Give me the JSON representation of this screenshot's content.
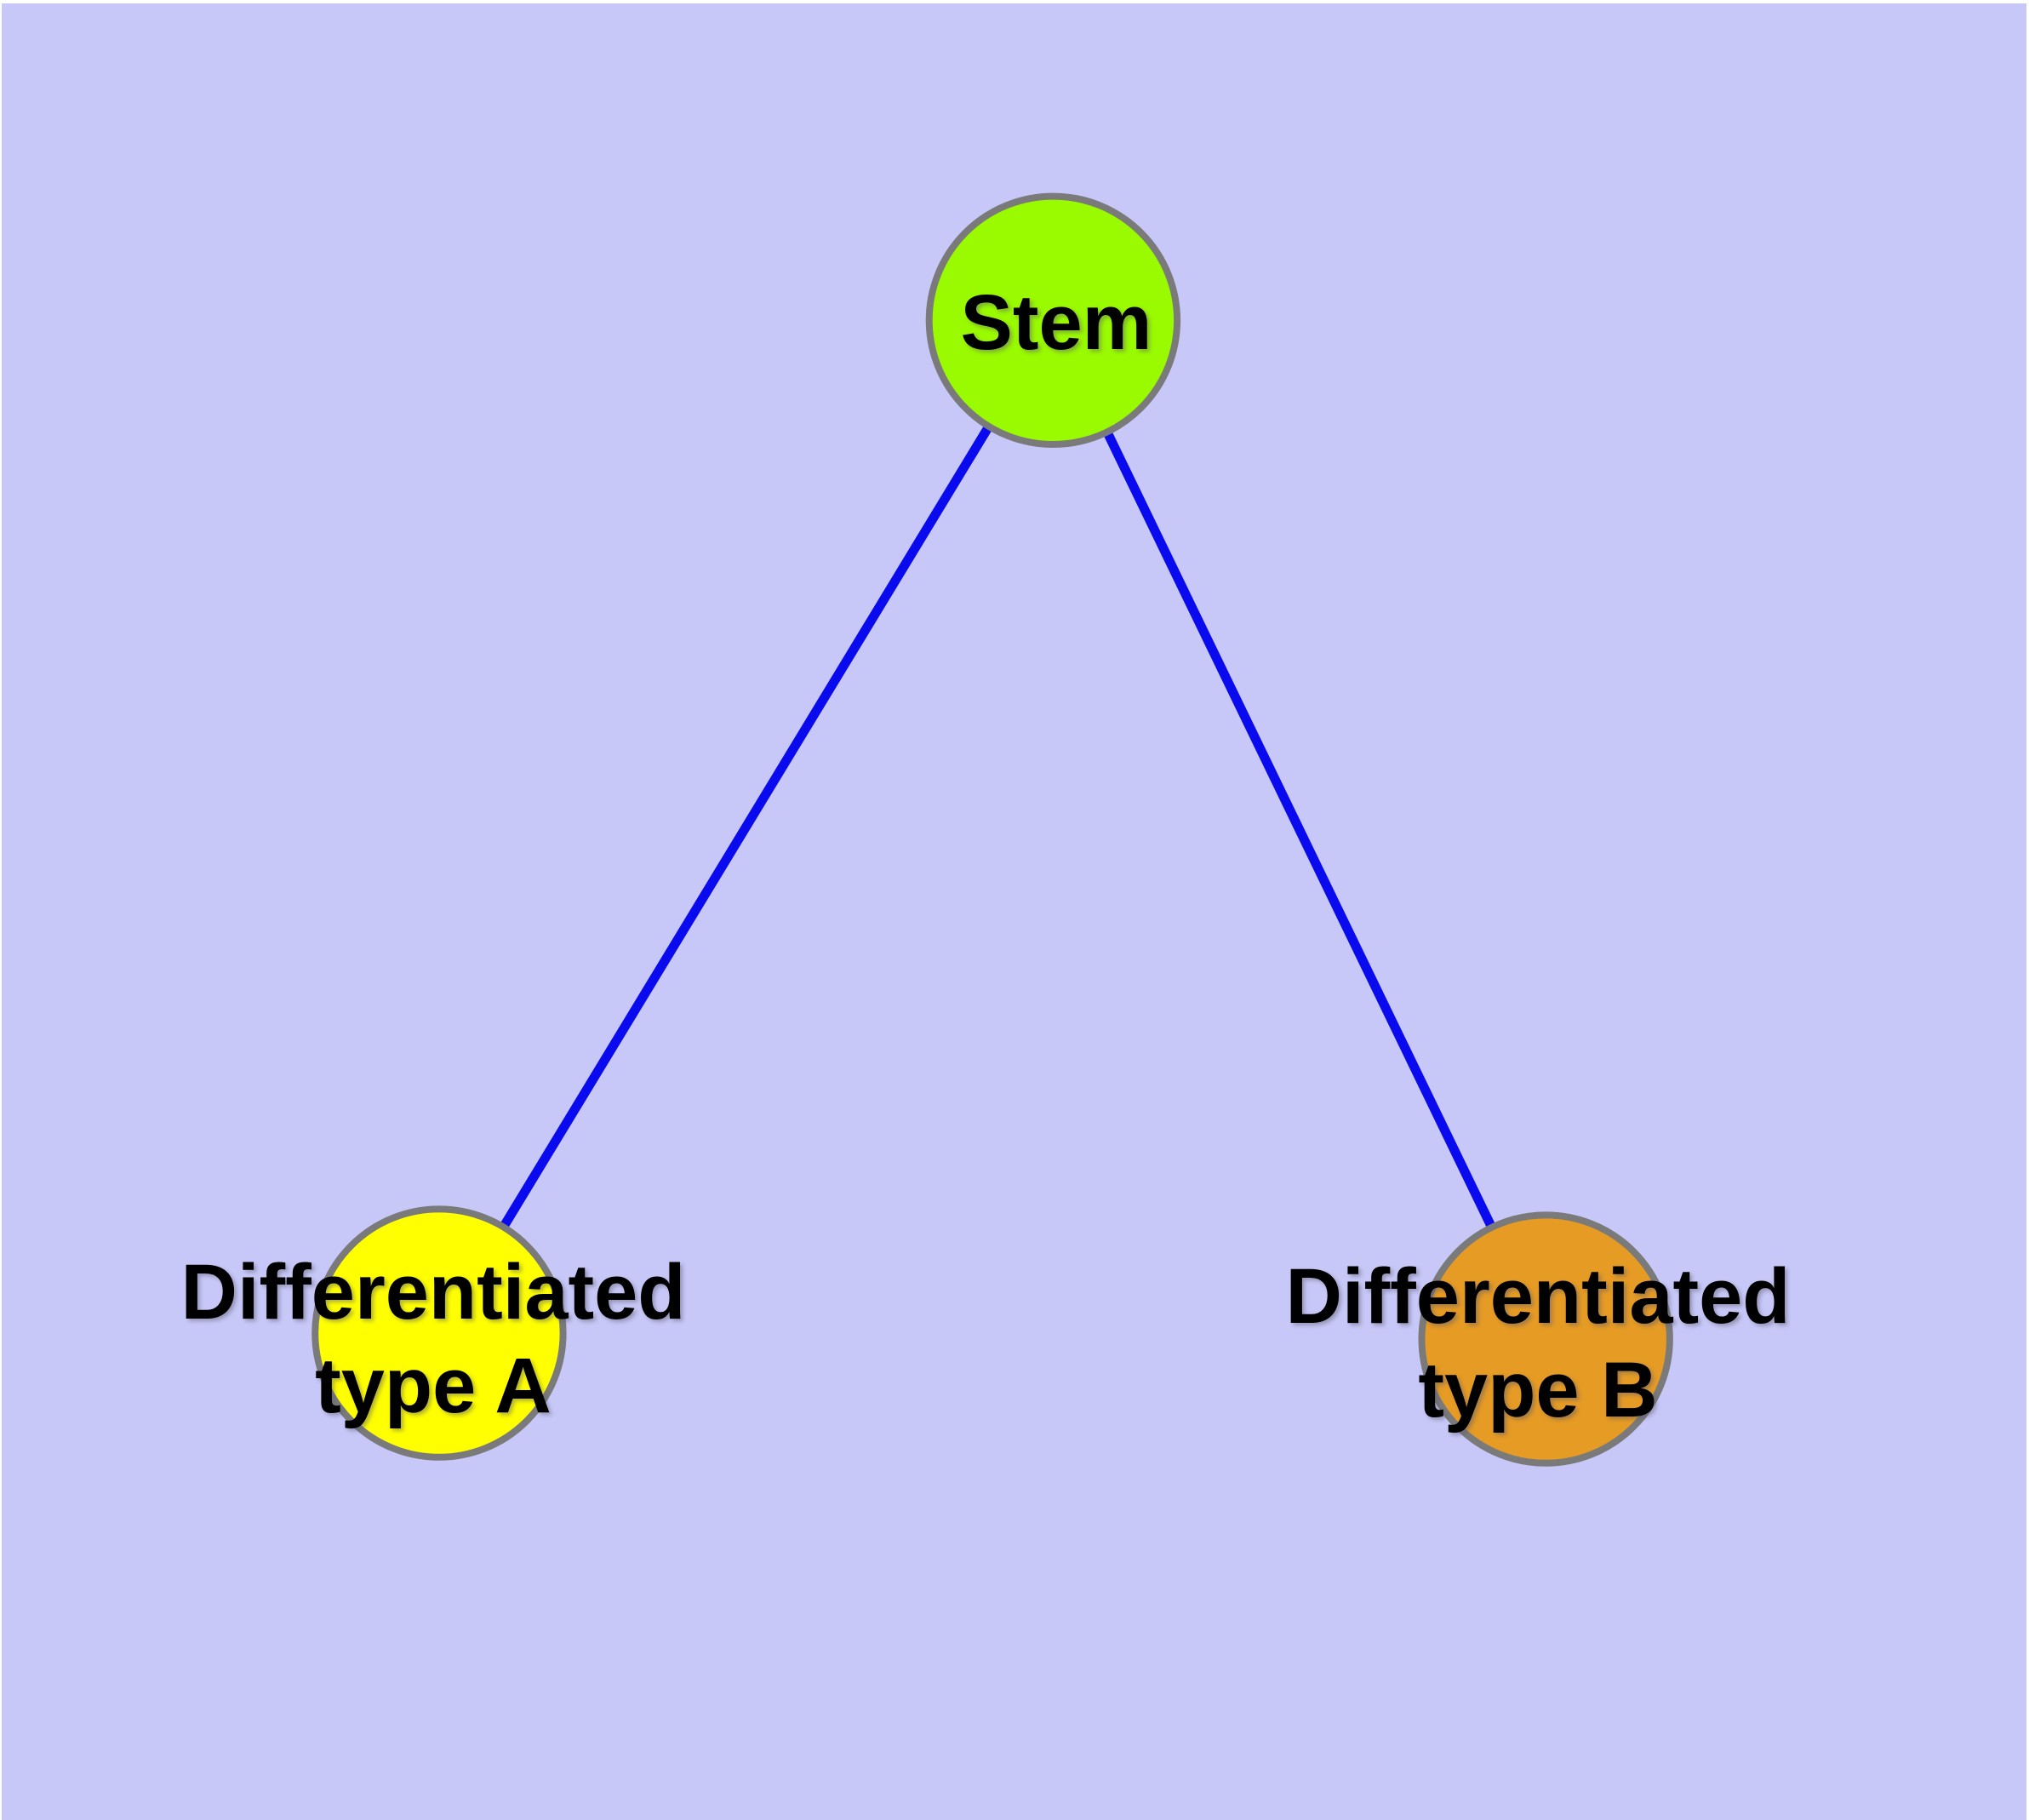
{
  "diagram": {
    "background_color": "#c8c8f8",
    "page_margin_color": "#ffffff",
    "edge_color": "#0a0aee",
    "node_border_color": "#7a7a7a",
    "label_text_color": "#000000",
    "nodes": [
      {
        "id": "stem",
        "label": "Stem",
        "color": "#9afa00"
      },
      {
        "id": "differentiated-a",
        "label_line1": "Differentiated",
        "label_line2": "type A",
        "color": "#ffff00"
      },
      {
        "id": "differentiated-b",
        "label_line1": "Differentiated",
        "label_line2": "type B",
        "color": "#e69b24"
      }
    ],
    "edges": [
      {
        "from": "stem",
        "to": "differentiated-a"
      },
      {
        "from": "stem",
        "to": "differentiated-b"
      }
    ]
  }
}
